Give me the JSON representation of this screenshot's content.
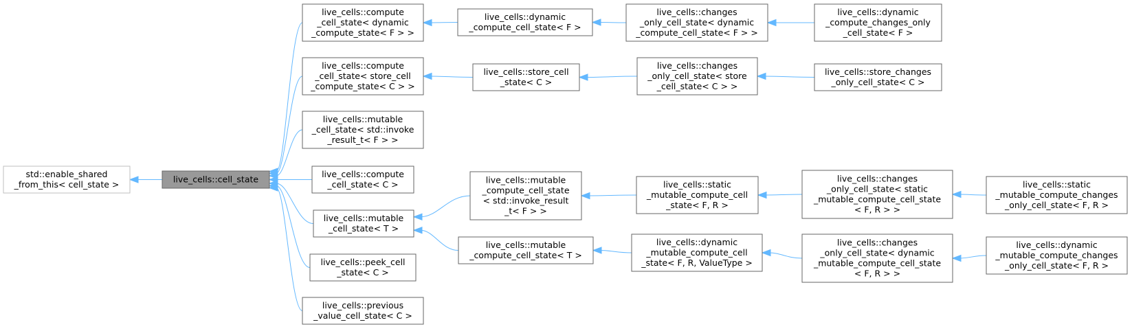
{
  "nodes": {
    "enable_shared": [
      "std::enable_shared",
      "_from_this< cell_state >"
    ],
    "cell_state": [
      "live_cells::cell_state"
    ],
    "compute_dyn": [
      "live_cells::compute",
      "_cell_state< dynamic",
      "_compute_state< F > >"
    ],
    "dyn_compute": [
      "live_cells::dynamic",
      "_compute_cell_state< F >"
    ],
    "changes_dyn": [
      "live_cells::changes",
      "_only_cell_state< dynamic",
      "_compute_cell_state< F > >"
    ],
    "dyn_changes_only": [
      "live_cells::dynamic",
      "_compute_changes_only",
      "_cell_state< F >"
    ],
    "compute_store": [
      "live_cells::compute",
      "_cell_state< store_cell",
      "_compute_state< C > >"
    ],
    "store_cell": [
      "live_cells::store_cell",
      "_state< C >"
    ],
    "changes_store": [
      "live_cells::changes",
      "_only_cell_state< store",
      "_cell_state< C > >"
    ],
    "store_changes_only": [
      "live_cells::store_changes",
      "_only_cell_state< C >"
    ],
    "mutable_invoke": [
      "live_cells::mutable",
      "_cell_state< std::invoke",
      "_result_t< F > >"
    ],
    "compute_c": [
      "live_cells::compute",
      "_cell_state< C >"
    ],
    "mutable_t": [
      "live_cells::mutable",
      "_cell_state< T >"
    ],
    "peek": [
      "live_cells::peek_cell",
      "_state< C >"
    ],
    "previous": [
      "live_cells::previous",
      "_value_cell_state< C >"
    ],
    "mut_compute_invoke": [
      "live_cells::mutable",
      "_compute_cell_state",
      "< std::invoke_result",
      "_t< F > >"
    ],
    "static_mut": [
      "live_cells::static",
      "_mutable_compute_cell",
      "_state< F, R >"
    ],
    "changes_static": [
      "live_cells::changes",
      "_only_cell_state< static",
      "_mutable_compute_cell_state",
      "< F, R > >"
    ],
    "static_changes_only": [
      "live_cells::static",
      "_mutable_compute_changes",
      "_only_cell_state< F, R >"
    ],
    "mut_compute_t": [
      "live_cells::mutable",
      "_compute_cell_state< T >"
    ],
    "dyn_mut": [
      "live_cells::dynamic",
      "_mutable_compute_cell",
      "_state< F, R, ValueType >"
    ],
    "changes_dyn_mut": [
      "live_cells::changes",
      "_only_cell_state< dynamic",
      "_mutable_compute_cell_state",
      "< F, R > >"
    ],
    "dyn_mut_changes_only": [
      "live_cells::dynamic",
      "_mutable_compute_changes",
      "_only_cell_state< F, R >"
    ]
  },
  "edges": [
    [
      "cell_state",
      "enable_shared"
    ],
    [
      "compute_dyn",
      "cell_state"
    ],
    [
      "compute_store",
      "cell_state"
    ],
    [
      "mutable_invoke",
      "cell_state"
    ],
    [
      "compute_c",
      "cell_state"
    ],
    [
      "mutable_t",
      "cell_state"
    ],
    [
      "peek",
      "cell_state"
    ],
    [
      "previous",
      "cell_state"
    ],
    [
      "dyn_compute",
      "compute_dyn"
    ],
    [
      "changes_dyn",
      "dyn_compute"
    ],
    [
      "dyn_changes_only",
      "changes_dyn"
    ],
    [
      "store_cell",
      "compute_store"
    ],
    [
      "changes_store",
      "store_cell"
    ],
    [
      "store_changes_only",
      "changes_store"
    ],
    [
      "mut_compute_invoke",
      "mutable_t"
    ],
    [
      "mut_compute_t",
      "mutable_t"
    ],
    [
      "static_mut",
      "mut_compute_invoke"
    ],
    [
      "changes_static",
      "static_mut"
    ],
    [
      "static_changes_only",
      "changes_static"
    ],
    [
      "dyn_mut",
      "mut_compute_t"
    ],
    [
      "changes_dyn_mut",
      "dyn_mut"
    ],
    [
      "dyn_mut_changes_only",
      "changes_dyn_mut"
    ]
  ],
  "colors": {
    "edge": "#63b8ff",
    "root_fill": "#999999",
    "node_border": "#666666",
    "external_border": "#bfbfbf"
  }
}
